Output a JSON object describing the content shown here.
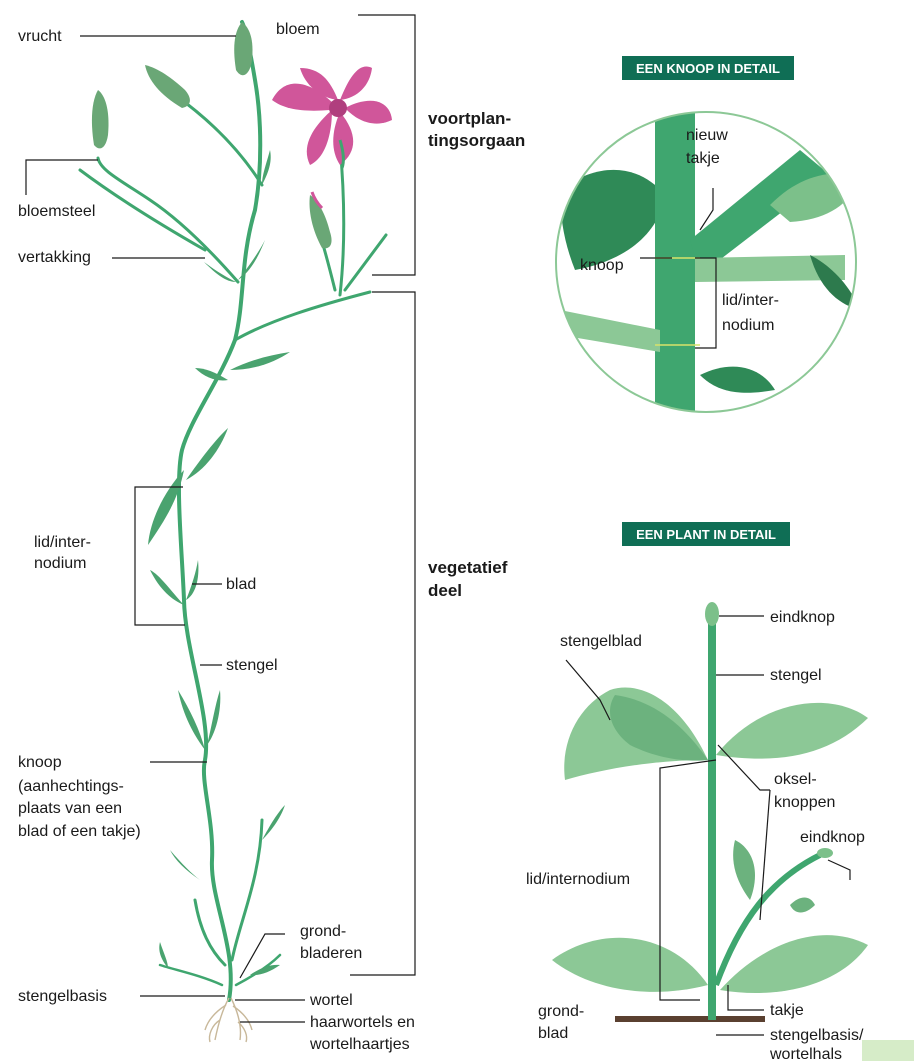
{
  "colors": {
    "stem": "#3fa66f",
    "leaf_light": "#8cc896",
    "leaf_dark": "#2d7a4d",
    "flower": "#d0569a",
    "badge": "#0f6e55",
    "soil": "#5a4030"
  },
  "left_diagram": {
    "labels": {
      "vrucht": "vrucht",
      "bloem": "bloem",
      "bloemsteel": "bloemsteel",
      "vertakking": "vertakking",
      "lid": [
        "lid/inter-",
        "nodium"
      ],
      "blad": "blad",
      "stengel": "stengel",
      "knoop": [
        "knoop",
        "(aanhechtings-",
        "plaats van een",
        "blad of een takje)"
      ],
      "grondbladeren": [
        "grond-",
        "bladeren"
      ],
      "stengelbasis": "stengelbasis",
      "wortel": "wortel",
      "haarwortels": [
        "haarwortels en",
        "wortelhaartjes"
      ]
    },
    "groups": {
      "voortplantingsorgaan": [
        "voortplan-",
        "tingsorgaan"
      ],
      "vegetatief": [
        "vegetatief",
        "deel"
      ]
    }
  },
  "knoop_detail": {
    "title": "EEN KNOOP IN DETAIL",
    "labels": {
      "nieuw_takje": [
        "nieuw",
        "takje"
      ],
      "knoop": "knoop",
      "lid": [
        "lid/inter-",
        "nodium"
      ]
    }
  },
  "plant_detail": {
    "title": "EEN PLANT IN DETAIL",
    "labels": {
      "eindknop_top": "eindknop",
      "stengelblad": "stengelblad",
      "stengel": "stengel",
      "okselknoppen": [
        "oksel-",
        "knoppen"
      ],
      "eindknop_side": "eindknop",
      "lid": "lid/internodium",
      "grondblad": [
        "grond-",
        "blad"
      ],
      "takje": "takje",
      "stengelbasis": [
        "stengelbasis/",
        "wortelhals"
      ]
    }
  }
}
